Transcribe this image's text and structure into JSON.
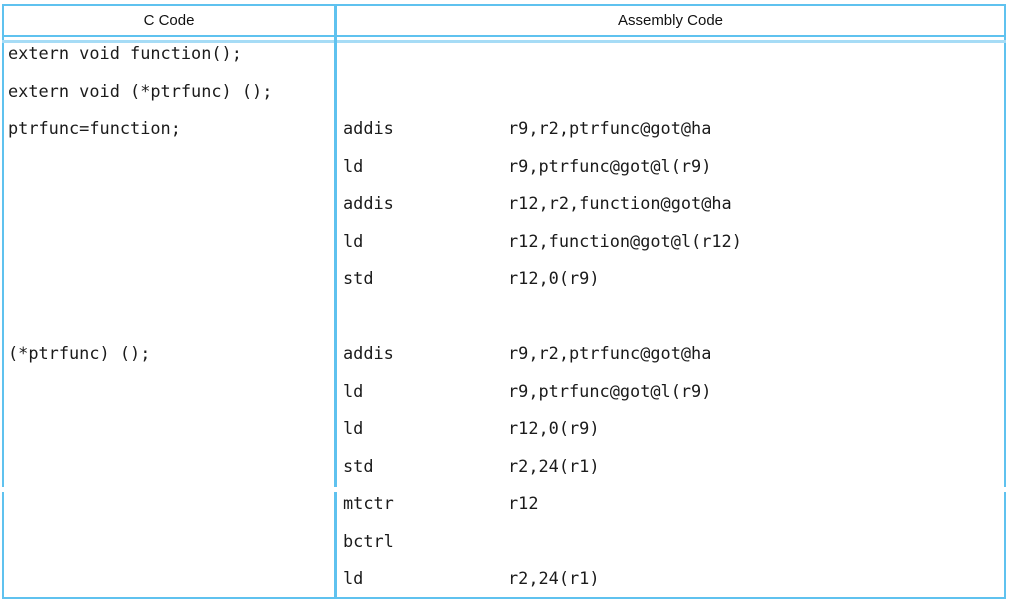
{
  "colors": {
    "table_border": "#5FC2EF",
    "table_border_light": "#A6DCF6",
    "code_text": "#1b1b1b",
    "header_text": "#111111"
  },
  "table": {
    "headers": {
      "c_code": "C Code",
      "assembly": "Assembly Code"
    },
    "c_code_lines": [
      {
        "row": 0,
        "text": "extern void function();"
      },
      {
        "row": 1,
        "text": "extern void (*ptrfunc) ();"
      },
      {
        "row": 2,
        "text": "ptrfunc=function;"
      },
      {
        "row": 8,
        "text": "(*ptrfunc) ();"
      }
    ],
    "assembly_lines": [
      {
        "row": 2,
        "mnemonic": "addis",
        "operands": "r9,r2,ptrfunc@got@ha"
      },
      {
        "row": 3,
        "mnemonic": "ld",
        "operands": "r9,ptrfunc@got@l(r9)"
      },
      {
        "row": 4,
        "mnemonic": "addis",
        "operands": "r12,r2,function@got@ha"
      },
      {
        "row": 5,
        "mnemonic": "ld",
        "operands": "r12,function@got@l(r12)"
      },
      {
        "row": 6,
        "mnemonic": "std",
        "operands": "r12,0(r9)"
      },
      {
        "row": 8,
        "mnemonic": "addis",
        "operands": "r9,r2,ptrfunc@got@ha"
      },
      {
        "row": 9,
        "mnemonic": "ld",
        "operands": "r9,ptrfunc@got@l(r9)"
      },
      {
        "row": 10,
        "mnemonic": "ld",
        "operands": "r12,0(r9)"
      },
      {
        "row": 11,
        "mnemonic": "std",
        "operands": "r2,24(r1)"
      },
      {
        "row": 12,
        "mnemonic": "mtctr",
        "operands": "r12"
      },
      {
        "row": 13,
        "mnemonic": "bctrl",
        "operands": ""
      },
      {
        "row": 14,
        "mnemonic": "ld",
        "operands": "r2,24(r1)"
      }
    ]
  }
}
